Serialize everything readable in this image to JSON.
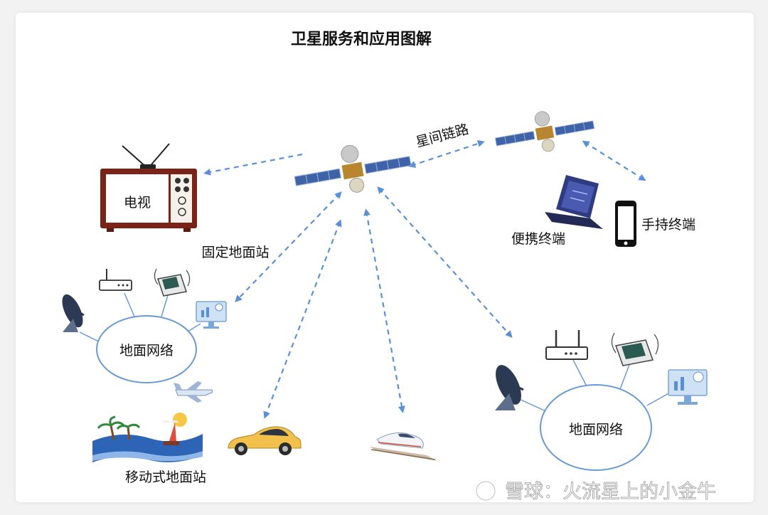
{
  "title": "卫星服务和应用图解",
  "labels": {
    "tv": "电视",
    "inter_satellite_link": "星间链路",
    "fixed_ground_station": "固定地面站",
    "portable_terminal": "便携终端",
    "handheld_terminal": "手持终端",
    "ground_network_left": "地面网络",
    "ground_network_right": "地面网络",
    "mobile_ground_station": "移动式地面站"
  },
  "watermark": "雪球：火流星上的小金牛",
  "colors": {
    "arrow": "#5b8fd8",
    "network_outline": "#6a9ad6",
    "satellite_panel": "#3f63a8",
    "tv_frame": "#7a2418",
    "car": "#f2c14b"
  }
}
